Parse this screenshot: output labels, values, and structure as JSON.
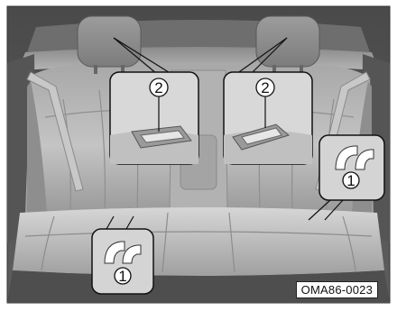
{
  "figure": {
    "code": "OMA86-0023",
    "callouts": {
      "isofix_left": "1",
      "isofix_right": "1",
      "tether_left": "2",
      "tether_right": "2"
    }
  }
}
